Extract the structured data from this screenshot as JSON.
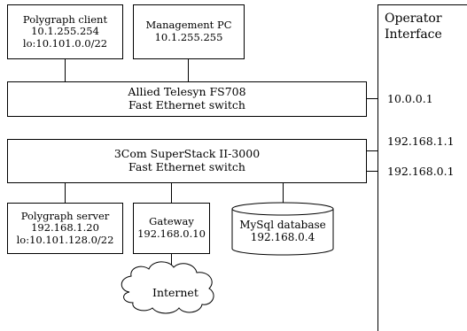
{
  "nodes": {
    "polygraph_client": {
      "line1": "Polygraph client",
      "line2": "10.1.255.254",
      "line3": "lo:10.101.0.0/22"
    },
    "management_pc": {
      "line1": "Management PC",
      "line2": "10.1.255.255"
    },
    "allied_switch": {
      "line1": "Allied Telesyn FS708",
      "line2": "Fast Ethernet switch"
    },
    "threecom_switch": {
      "line1": "3Com SuperStack II-3000",
      "line2": "Fast Ethernet switch"
    },
    "polygraph_server": {
      "line1": "Polygraph server",
      "line2": "192.168.1.20",
      "line3": "lo:10.101.128.0/22"
    },
    "gateway": {
      "line1": "Gateway",
      "line2": "192.168.0.10"
    },
    "mysql_db": {
      "line1": "MySql database",
      "line2": "192.168.0.4"
    },
    "internet": {
      "label": "Internet"
    },
    "operator_interface": {
      "line1": "Operator",
      "line2": "Interface"
    }
  },
  "interface_labels": {
    "allied_link": "10.0.0.1",
    "threecom_link_1": "192.168.1.1",
    "threecom_link_2": "192.168.0.1"
  }
}
